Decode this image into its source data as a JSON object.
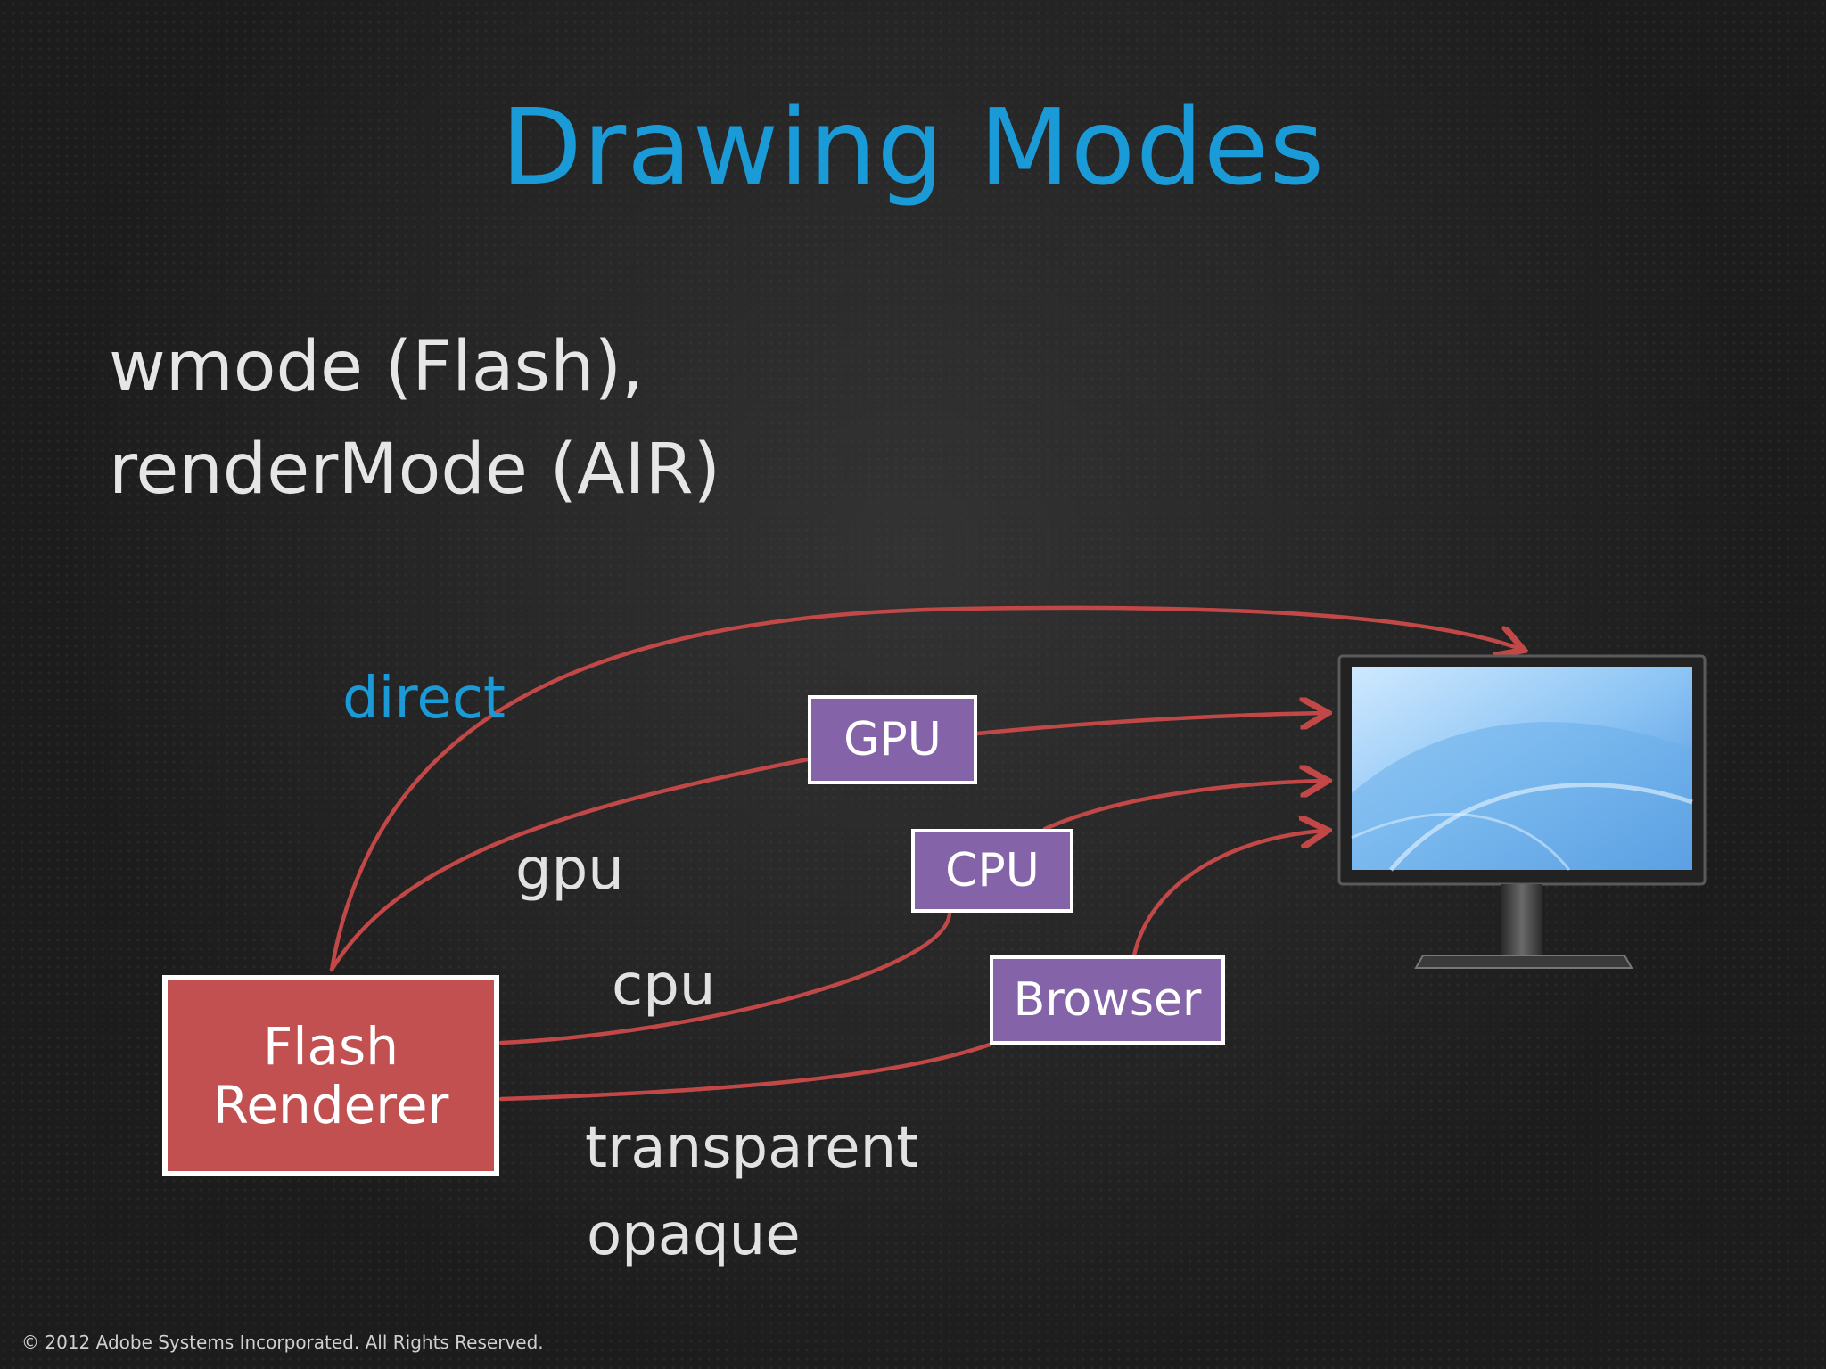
{
  "slide": {
    "title": "Drawing Modes",
    "subtitle_lines": [
      "wmode (Flash),",
      "renderMode (AIR)"
    ]
  },
  "diagram": {
    "source_box": {
      "lines": [
        "Flash",
        "Renderer"
      ]
    },
    "intermediate_boxes": {
      "gpu": "GPU",
      "cpu": "CPU",
      "browser": "Browser"
    },
    "path_labels": {
      "direct": "direct",
      "gpu": "gpu",
      "cpu": "cpu",
      "transparent": "transparent",
      "opaque": "opaque"
    },
    "target": "monitor-icon"
  },
  "footer": "© 2012 Adobe Systems Incorporated.  All Rights Reserved.",
  "colors": {
    "title": "#1a9ad6",
    "text": "#e6e6e6",
    "renderer_box": "#c25050",
    "purple_box": "#8563a8",
    "arrow": "#c24848",
    "background": "#1c1c1c"
  }
}
